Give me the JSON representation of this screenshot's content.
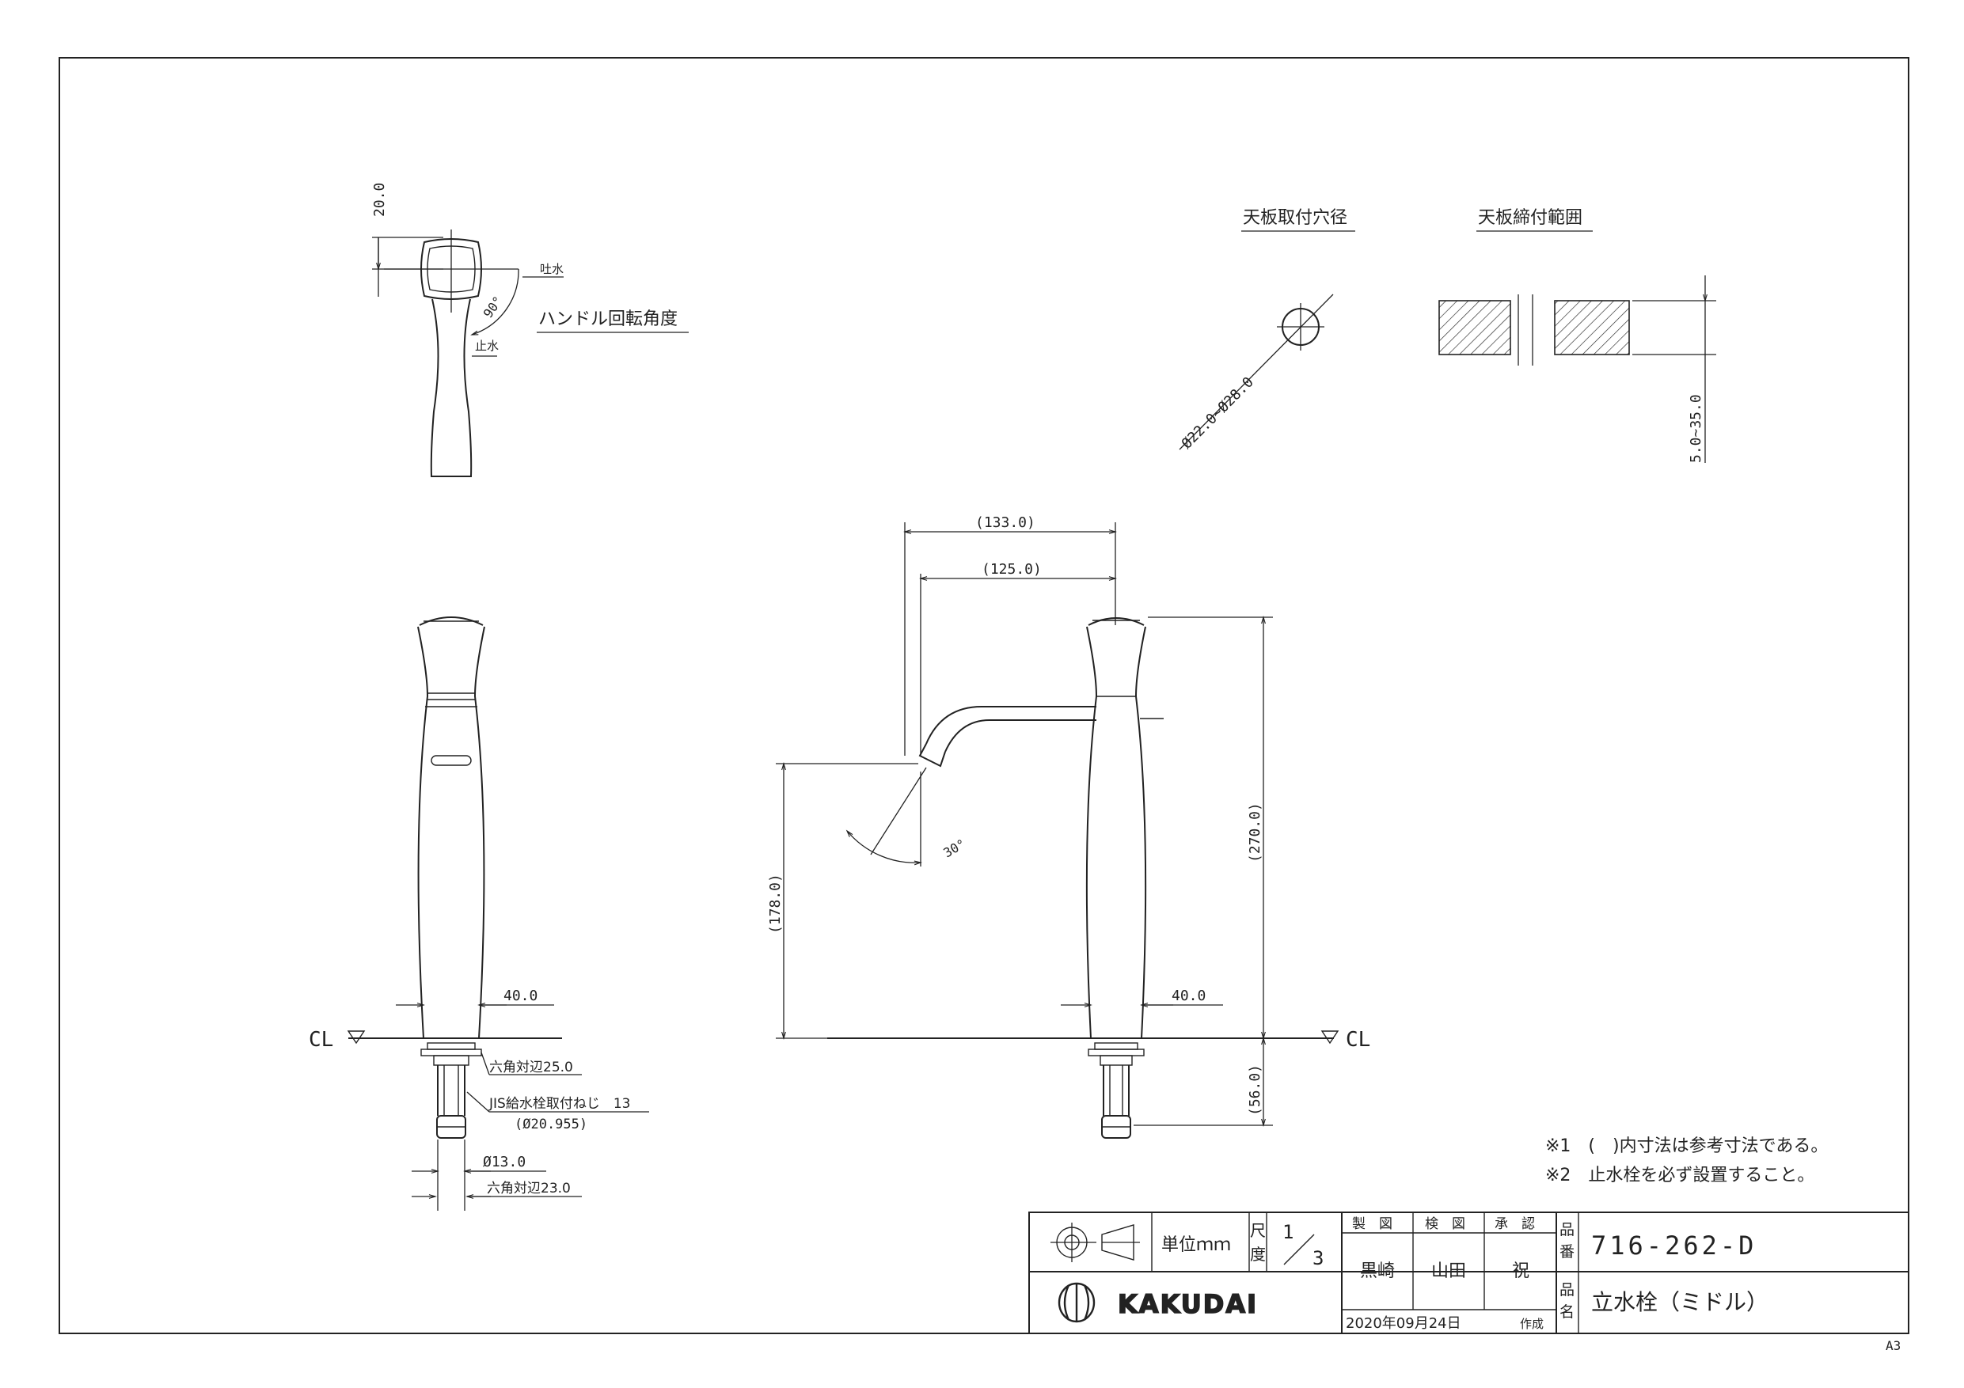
{
  "top_view": {
    "dim_height": "20.0",
    "label_discharge": "吐水",
    "label_stop": "止水",
    "angle": "90°",
    "title": "ハンドル回転角度"
  },
  "hole": {
    "title": "天板取付穴径",
    "diameter": "Ø22.0~Ø28.0"
  },
  "thickness": {
    "title": "天板締付範囲",
    "range": "5.0~35.0"
  },
  "front_view": {
    "cl": "CL",
    "width": "40.0",
    "hex1": "六角対辺25.0",
    "thread": "JIS給水栓取付ねじ　13",
    "thread_dia": "(Ø20.955)",
    "pipe_dia": "Ø13.0",
    "hex2": "六角対辺23.0"
  },
  "side_view": {
    "reach_outer": "(133.0)",
    "reach_inner": "(125.0)",
    "height_total": "(270.0)",
    "height_spout": "(178.0)",
    "spout_angle": "30°",
    "width": "40.0",
    "bottom": "(56.0)",
    "cl": "CL"
  },
  "notes": [
    "※1　(　)内寸法は参考寸法である。",
    "※2　止水栓を必ず設置すること。"
  ],
  "title_block": {
    "unit": "単位ｍｍ",
    "scale_label_1": "尺",
    "scale_label_2": "度",
    "scale_num": "1",
    "scale_den": "3",
    "drawn_label": "製　図",
    "checked_label": "検　図",
    "approved_label": "承　認",
    "drawn_by": "黒崎",
    "checked_by": "山田",
    "approved_by": "祝",
    "part_no_label_1": "品",
    "part_no_label_2": "番",
    "part_no": "716-262-D",
    "name_label_1": "品",
    "name_label_2": "名",
    "product_name": "立水栓（ミドル）",
    "date": "2020年09月24日",
    "created": "作成",
    "company": "KAKUDAI"
  },
  "sheet_size": "A3"
}
